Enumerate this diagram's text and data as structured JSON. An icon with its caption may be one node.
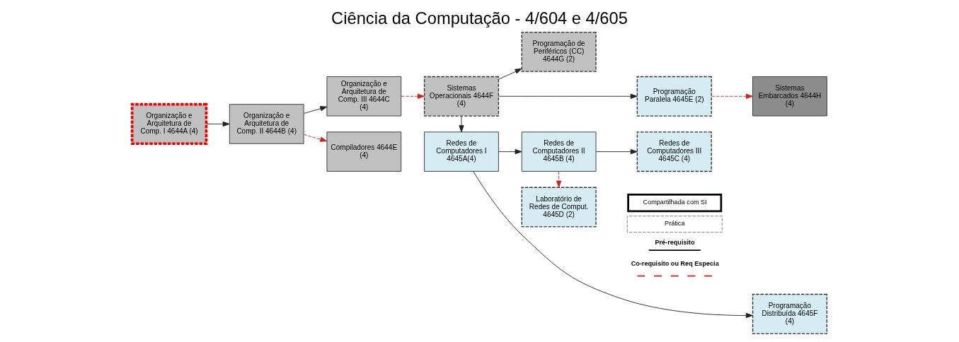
{
  "diagram": {
    "title": "Ciência da Computação - 4/604 e 4/605",
    "nodes": [
      {
        "text": [
          "Organização e Arquitetura de Comp. I 4644A (4)"
        ]
      },
      {
        "text": [
          "Organização e Arquitetura de Comp. II 4644B (4)"
        ]
      },
      {
        "text": [
          "Organização e Arquitetura de Comp. III 4644C (4)"
        ]
      },
      {
        "text": [
          "Compiladores 4644E (4)"
        ]
      },
      {
        "text": [
          "Redes de Computadores I 4645A(4)"
        ]
      },
      {
        "text": [
          "Laboratório de Redes de Comput. 4645D (2)"
        ]
      },
      {
        "text": [
          "Redes de Computadores II 4645B (4)"
        ]
      },
      {
        "text": [
          "Redes de Computadores III 4645C (4)"
        ]
      },
      {
        "text": [
          "Sistemas Operacionais 4644F (4)"
        ]
      },
      {
        "text": [
          "Programação de Periféricos (CC) 4644G (2)"
        ]
      },
      {
        "text": [
          "Programação Paralela 4645E (2)"
        ]
      },
      {
        "text": [
          "Programação Distribuída 4645F (4)"
        ]
      },
      {
        "text": [
          "Sistemas Embarcados 4644H (4)"
        ]
      }
    ],
    "edges": [
      {
        "from": 0,
        "to": 1,
        "arrow": "to"
      },
      {
        "from": 1,
        "to": 2,
        "arrow": "to"
      },
      {
        "from": 1,
        "to": 3,
        "arrow": "to",
        "style": "dashed",
        "color": "#cc2222"
      },
      {
        "from": 2,
        "to": 8,
        "arrow": "to",
        "style": "dashed",
        "color": "#cc2222"
      },
      {
        "from": 8,
        "to": 4,
        "arrow": "to"
      },
      {
        "from": 4,
        "to": 6,
        "arrow": "to"
      },
      {
        "from": 6,
        "to": 5,
        "arrow": "to",
        "style": "dashed",
        "color": "#cc2222"
      },
      {
        "from": 6,
        "to": 7,
        "arrow": "to"
      },
      {
        "from": 4,
        "to": 11,
        "arrow": "to"
      },
      {
        "from": 8,
        "to": 9,
        "arrow": "to"
      },
      {
        "from": 8,
        "to": 10,
        "arrow": "to"
      },
      {
        "from": 10,
        "to": 12,
        "arrow": "to",
        "style": "dashed",
        "color": "#cc2222"
      }
    ],
    "legend": [
      {
        "text": "Compartilhada com SI"
      },
      {
        "text": "Prática"
      },
      {
        "text": "Pré-requisito"
      },
      {
        "text": "Co-requisito ou Req Especia"
      }
    ]
  }
}
